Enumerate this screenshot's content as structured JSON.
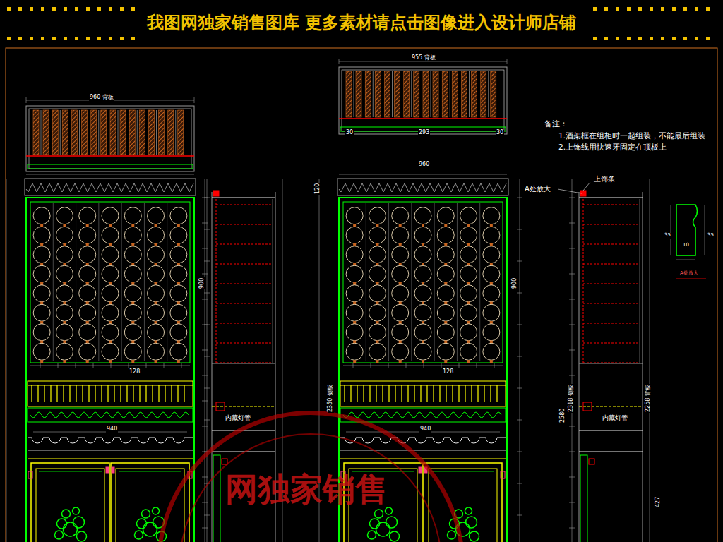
{
  "diagram": {
    "title": "我图网独家销售图库 更多素材请点击图像进入设计师店铺",
    "labels": [
      "960 背板",
      "955 背板",
      "30",
      "293",
      "30",
      "备注：",
      "1.酒架框在组柜时一起组装，不能最后组装",
      "2.上饰线用快速牙固定在顶板上",
      "960",
      "120",
      "A处放大",
      "上饰条",
      "35",
      "10",
      "35",
      "A处放大",
      "940",
      "940",
      "内藏灯管",
      "内藏灯管",
      "2350 侧板",
      "2580",
      "2318 侧板",
      "2258 背板",
      "900",
      "900",
      "128",
      "128",
      "427",
      "网独家销售"
    ]
  }
}
